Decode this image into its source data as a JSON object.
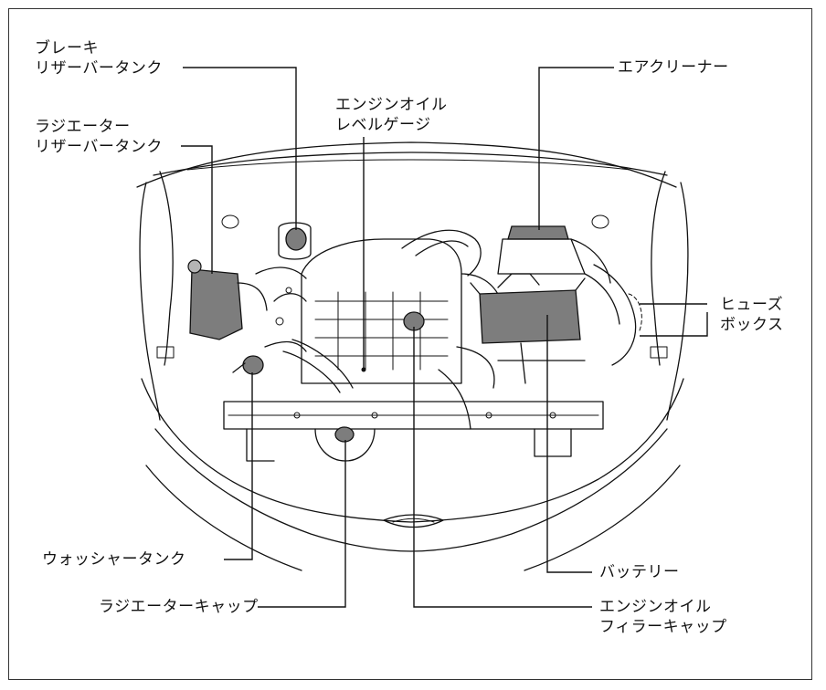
{
  "labels": {
    "brake_reservoir": [
      "ブレーキ",
      "リザーバータンク"
    ],
    "radiator_reservoir": [
      "ラジエーター",
      "リザーバータンク"
    ],
    "oil_level_gauge": [
      "エンジンオイル",
      "レベルゲージ"
    ],
    "air_cleaner": [
      "エアクリーナー"
    ],
    "fuse_box": [
      "ヒューズ",
      "ボックス"
    ],
    "washer_tank": [
      "ウォッシャータンク"
    ],
    "radiator_cap": [
      "ラジエーターキャップ"
    ],
    "battery": [
      "バッテリー"
    ],
    "oil_filler_cap": [
      "エンジンオイル",
      "フィラーキャップ"
    ]
  }
}
